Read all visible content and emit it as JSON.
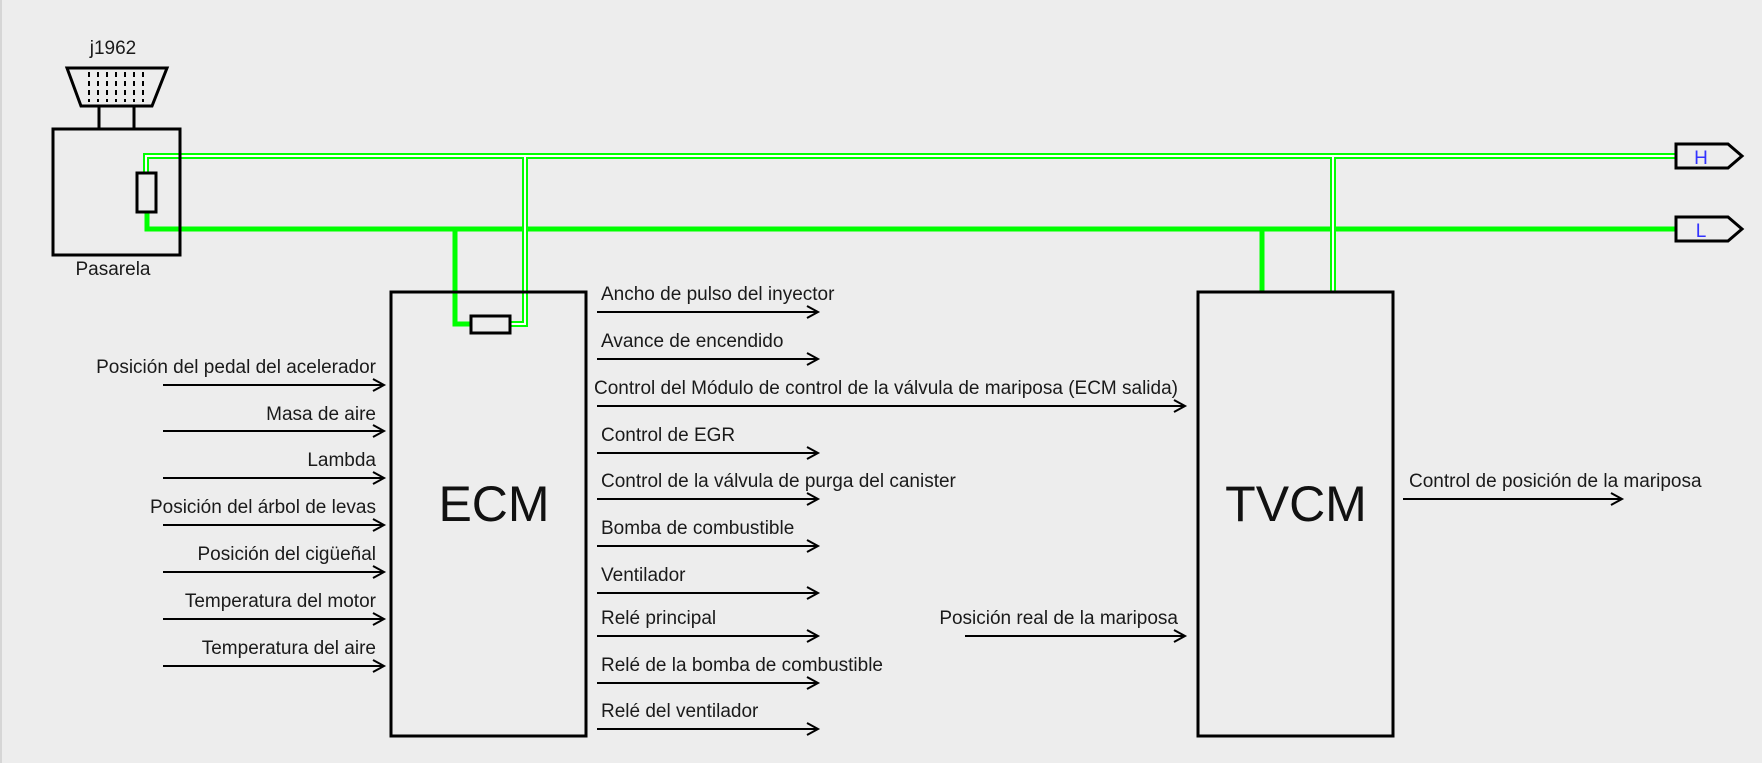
{
  "diagram": {
    "colors": {
      "background": "#ededed",
      "can_bus": "#00ff00",
      "tag_text": "#3333ff",
      "stroke": "#000000"
    },
    "connector": {
      "label": "j1962",
      "icon": "obd-connector-icon"
    },
    "gateway": {
      "label": "Pasarela"
    },
    "bus_tags": {
      "high": "H",
      "low": "L"
    },
    "ecm": {
      "label": "ECM",
      "inputs": [
        "Posición del pedal del acelerador",
        "Masa de aire",
        "Lambda",
        "Posición del árbol de levas",
        "Posición del cigüeñal",
        "Temperatura del motor",
        "Temperatura del aire"
      ],
      "outputs": [
        "Ancho de pulso del inyector",
        "Avance de encendido",
        "Control del Módulo de control de la válvula de mariposa (ECM salida)",
        "Control de EGR",
        "Control de la válvula de purga del canister",
        "Bomba de combustible",
        "Ventilador",
        "Relé principal",
        "Relé de la bomba de combustible",
        "Relé del ventilador"
      ]
    },
    "tvcm": {
      "label": "TVCM",
      "inputs": [
        "Posición real de la mariposa"
      ],
      "outputs": [
        "Control de posición de la mariposa"
      ]
    }
  }
}
